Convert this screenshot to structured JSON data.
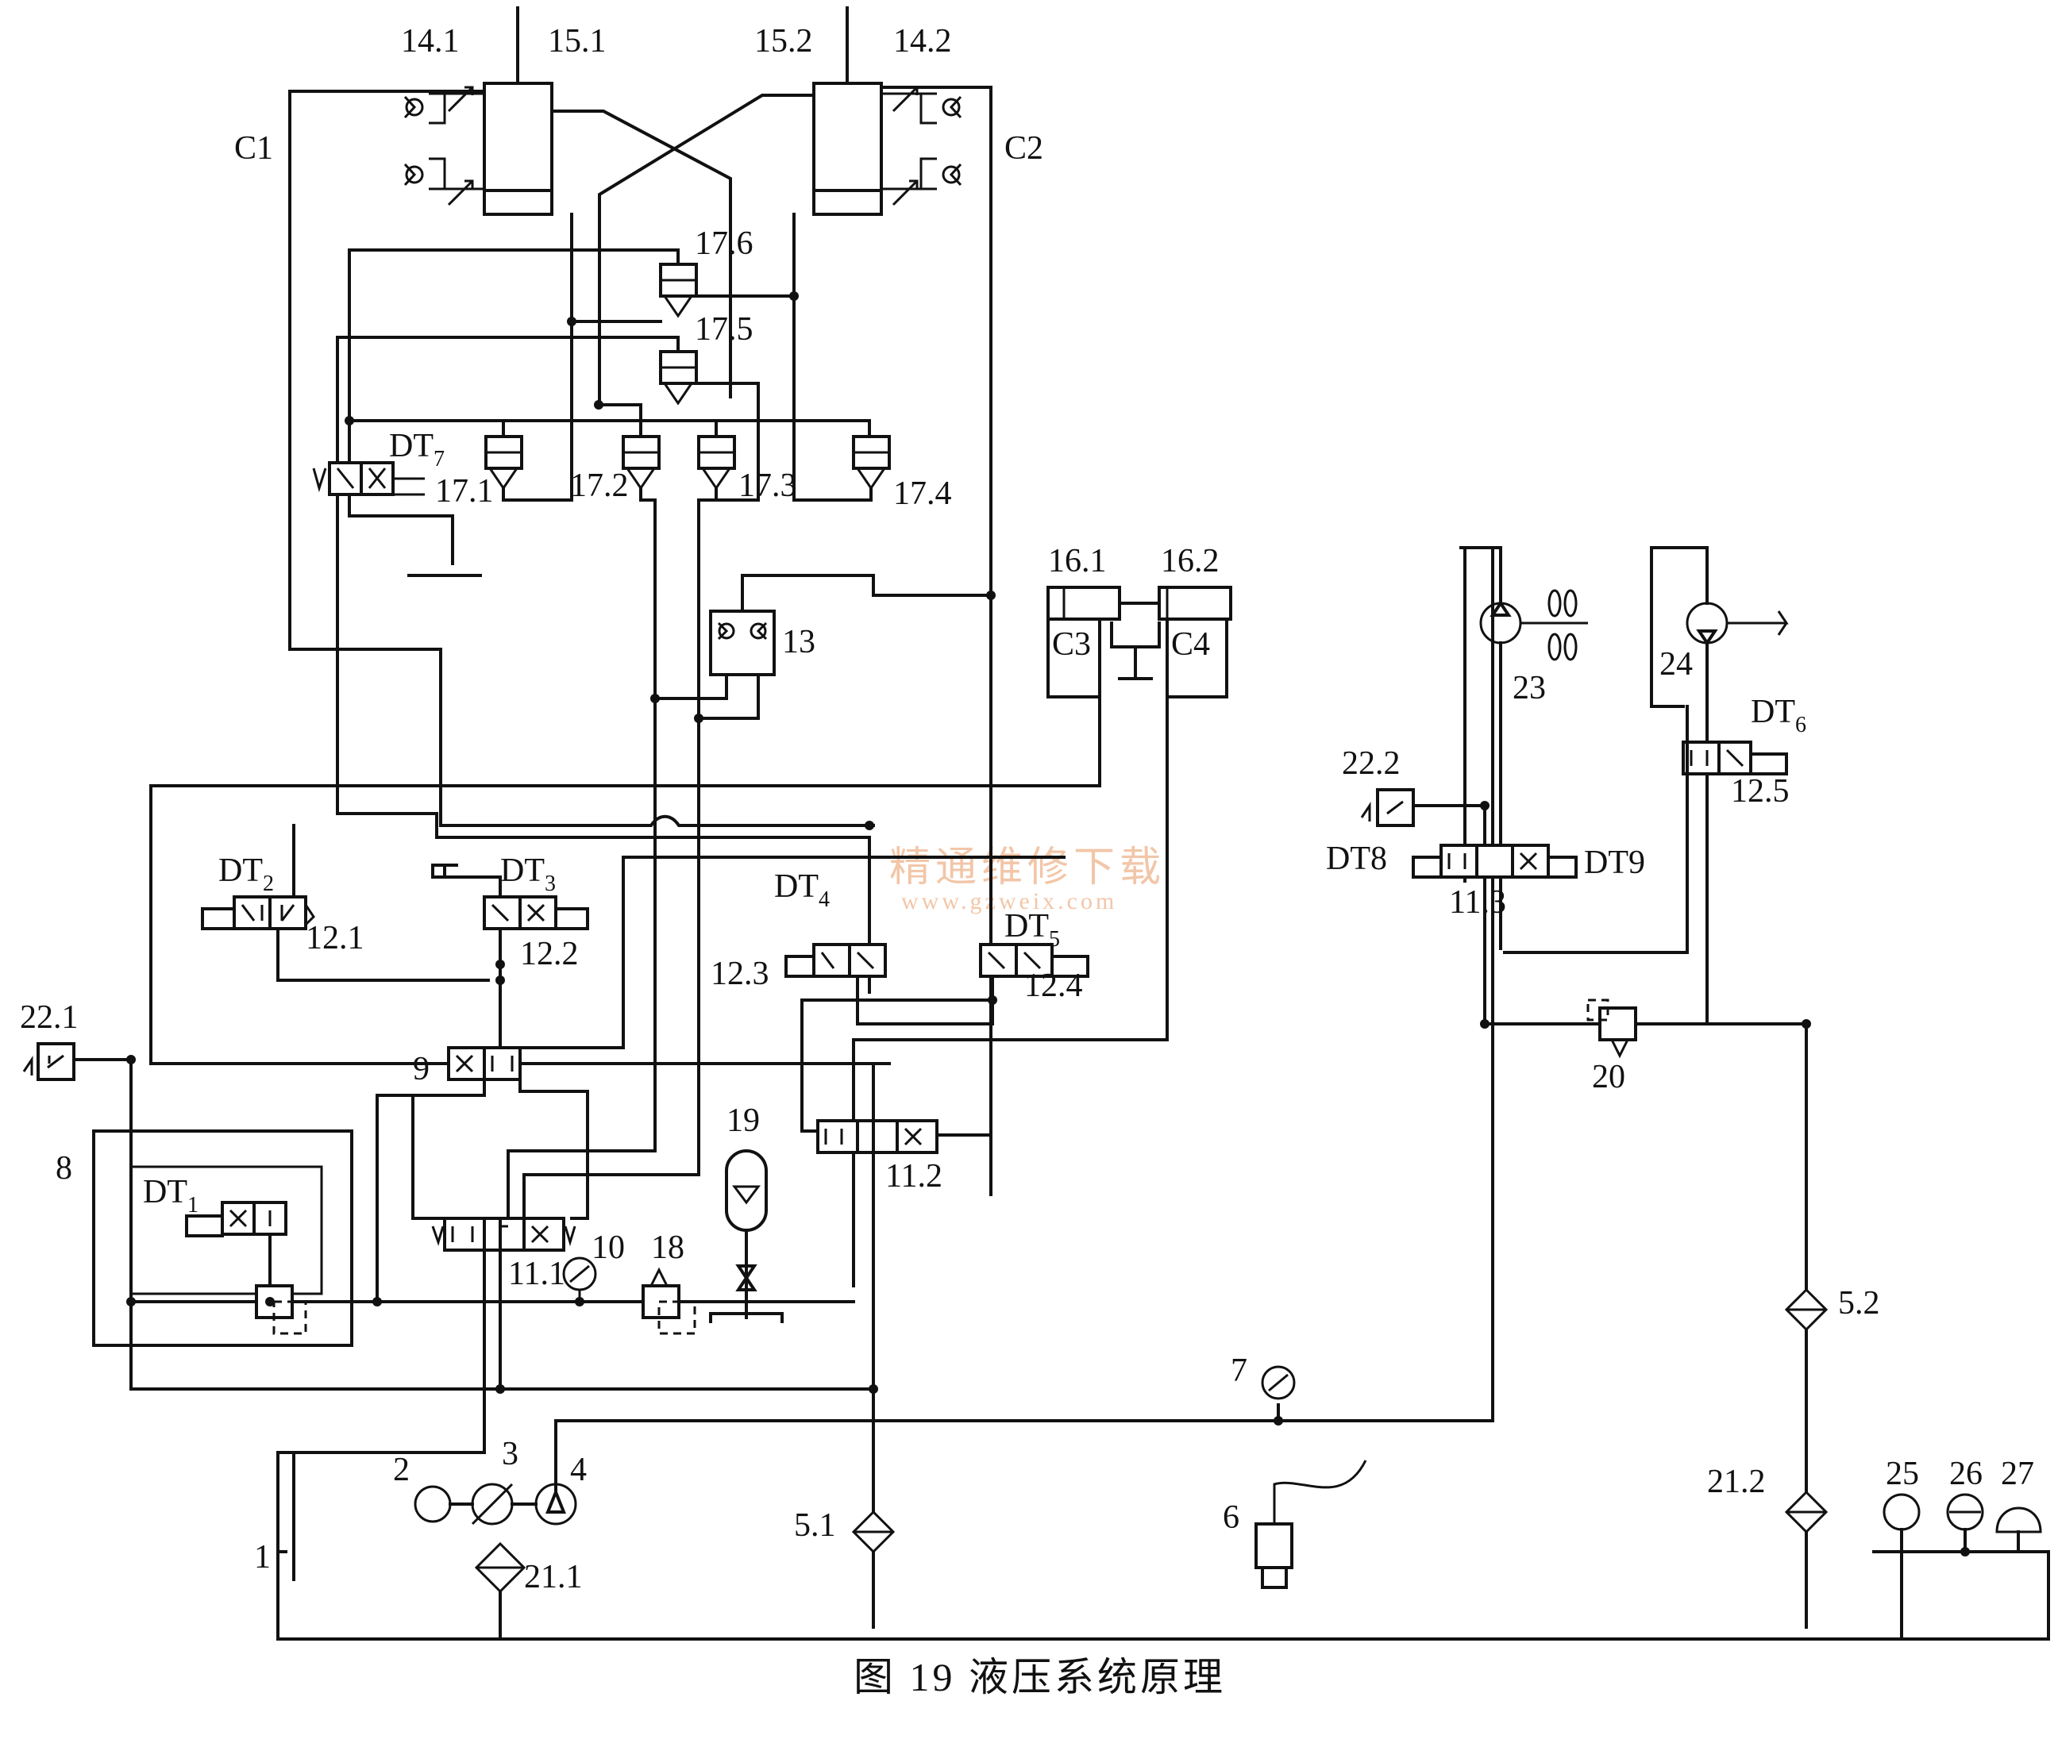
{
  "caption": "图 19  液压系统原理",
  "watermark": {
    "line1": "精通维修下载",
    "line2": "www.gzweix.com"
  },
  "labels": {
    "c1": "C1",
    "c2": "C2",
    "c3": "C3",
    "c4": "C4",
    "l14_1": "14.1",
    "l15_1": "15.1",
    "l15_2": "15.2",
    "l14_2": "14.2",
    "l17_6": "17.6",
    "l17_5": "17.5",
    "l17_1": "17.1",
    "l17_2": "17.2",
    "l17_3": "17.3",
    "l17_4": "17.4",
    "l16_1": "16.1",
    "l16_2": "16.2",
    "l13": "13",
    "l12_1": "12.1",
    "l12_2": "12.2",
    "l12_3": "12.3",
    "l12_4": "12.4",
    "l12_5": "12.5",
    "l22_1": "22.1",
    "l22_2": "22.2",
    "l9": "9",
    "l8": "8",
    "l10": "10",
    "l18": "18",
    "l19": "19",
    "l11_1": "11.1",
    "l11_2": "11.2",
    "l11_3": "11.3",
    "l20": "20",
    "l23": "23",
    "l24": "24",
    "l5_1": "5.1",
    "l5_2": "5.2",
    "l21_1": "21.1",
    "l21_2": "21.2",
    "l7": "7",
    "l6": "6",
    "l1": "1",
    "l2": "2",
    "l3": "3",
    "l4": "4",
    "l25": "25",
    "l26": "26",
    "l27": "27",
    "dt": "DT",
    "dt8": "DT8",
    "dt9": "DT9",
    "sub1": "1",
    "sub2": "2",
    "sub3": "3",
    "sub4": "4",
    "sub5": "5",
    "sub6": "6",
    "sub7": "7"
  }
}
